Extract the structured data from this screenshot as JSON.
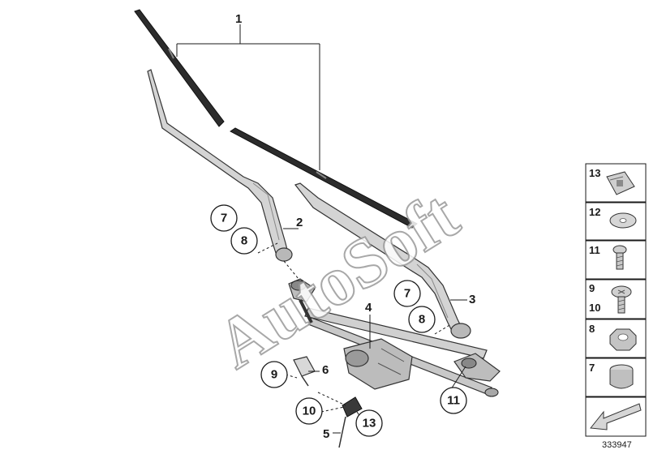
{
  "diagram": {
    "watermark": "AutoSoft",
    "doc_number": "333947",
    "callouts": {
      "c1": "1",
      "c2": "2",
      "c3": "3",
      "c4": "4",
      "c5": "5",
      "c6": "6",
      "c7a": "7",
      "c7b": "7",
      "c8a": "8",
      "c8b": "8",
      "c9": "9",
      "c10": "10",
      "c11": "11",
      "c13": "13"
    },
    "parts_panel": [
      {
        "label": "13",
        "icon": "clip-nut-icon"
      },
      {
        "label": "12",
        "icon": "washer-icon"
      },
      {
        "label": "11",
        "icon": "screw-icon"
      },
      {
        "label": "9",
        "label2": "10",
        "icon": "bolt-icon"
      },
      {
        "label": "8",
        "icon": "hex-nut-icon"
      },
      {
        "label": "7",
        "icon": "cap-icon"
      }
    ],
    "colors": {
      "line": "#1a1a1a",
      "part_fill": "#cfcfcf",
      "part_dark": "#3a3a3a",
      "watermark_stroke": "#9a9a9a"
    }
  }
}
